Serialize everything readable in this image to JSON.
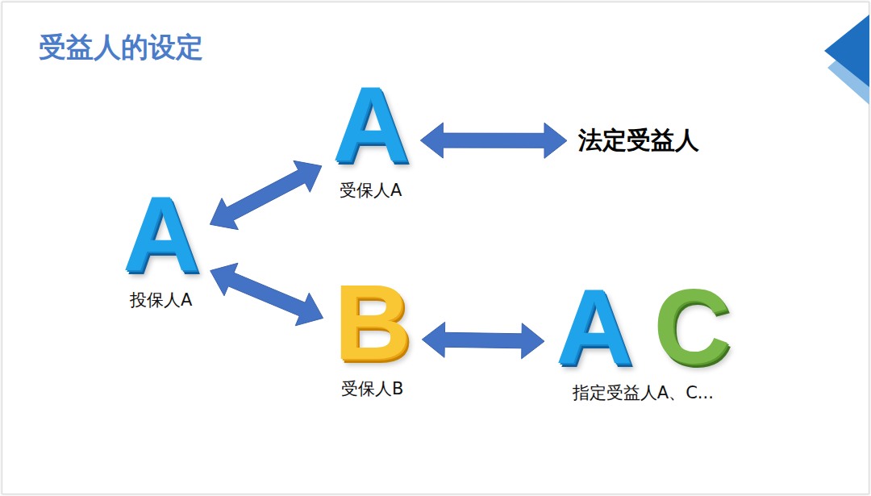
{
  "diagram": {
    "title": "受益人的设定",
    "nodes": [
      {
        "text": [
          "A",
          "投保人A"
        ]
      },
      {
        "text": [
          "A",
          "受保人A"
        ]
      },
      {
        "text": [
          "法定受益人"
        ]
      },
      {
        "text": [
          "B",
          "受保人B"
        ]
      },
      {
        "text": [
          "A",
          "C",
          "指定受益人A、C..."
        ]
      }
    ],
    "edges": [
      {
        "from": 0,
        "to": 1,
        "arrow": "both"
      },
      {
        "from": 1,
        "to": 2,
        "arrow": "both"
      },
      {
        "from": 0,
        "to": 3,
        "arrow": "both"
      },
      {
        "from": 3,
        "to": 4,
        "arrow": "both"
      }
    ]
  }
}
